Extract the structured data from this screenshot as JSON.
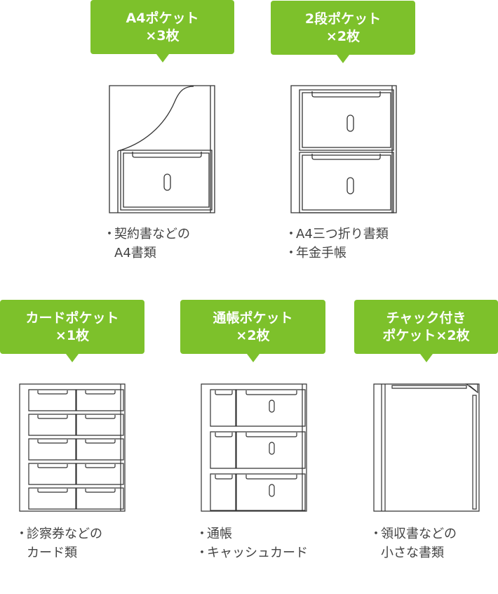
{
  "cards": [
    {
      "badge": [
        "A4ポケット",
        "×3枚"
      ],
      "desc": [
        {
          "bullet": "・",
          "text": "契約書などの"
        },
        {
          "bullet": "",
          "text": "A4書類"
        }
      ]
    },
    {
      "badge": [
        "2段ポケット",
        "×2枚"
      ],
      "desc": [
        {
          "bullet": "・",
          "text": "A4三つ折り書類"
        },
        {
          "bullet": "・",
          "text": "年金手帳"
        }
      ]
    },
    {
      "badge": [
        "カードポケット",
        "×1枚"
      ],
      "desc": [
        {
          "bullet": "・",
          "text": "診察券などの"
        },
        {
          "bullet": "",
          "text": "カード類"
        }
      ]
    },
    {
      "badge": [
        "通帳ポケット",
        "×2枚"
      ],
      "desc": [
        {
          "bullet": "・",
          "text": "通帳"
        },
        {
          "bullet": "・",
          "text": "キャッシュカード"
        }
      ]
    },
    {
      "badge": [
        "チャック付き",
        "ポケット×2枚"
      ],
      "desc": [
        {
          "bullet": "・",
          "text": "領収書などの"
        },
        {
          "bullet": "",
          "text": "小さな書類"
        }
      ]
    }
  ],
  "colors": {
    "badge_bg": "#7dc12b",
    "badge_text": "#ffffff",
    "line": "#333333",
    "text": "#444444"
  }
}
